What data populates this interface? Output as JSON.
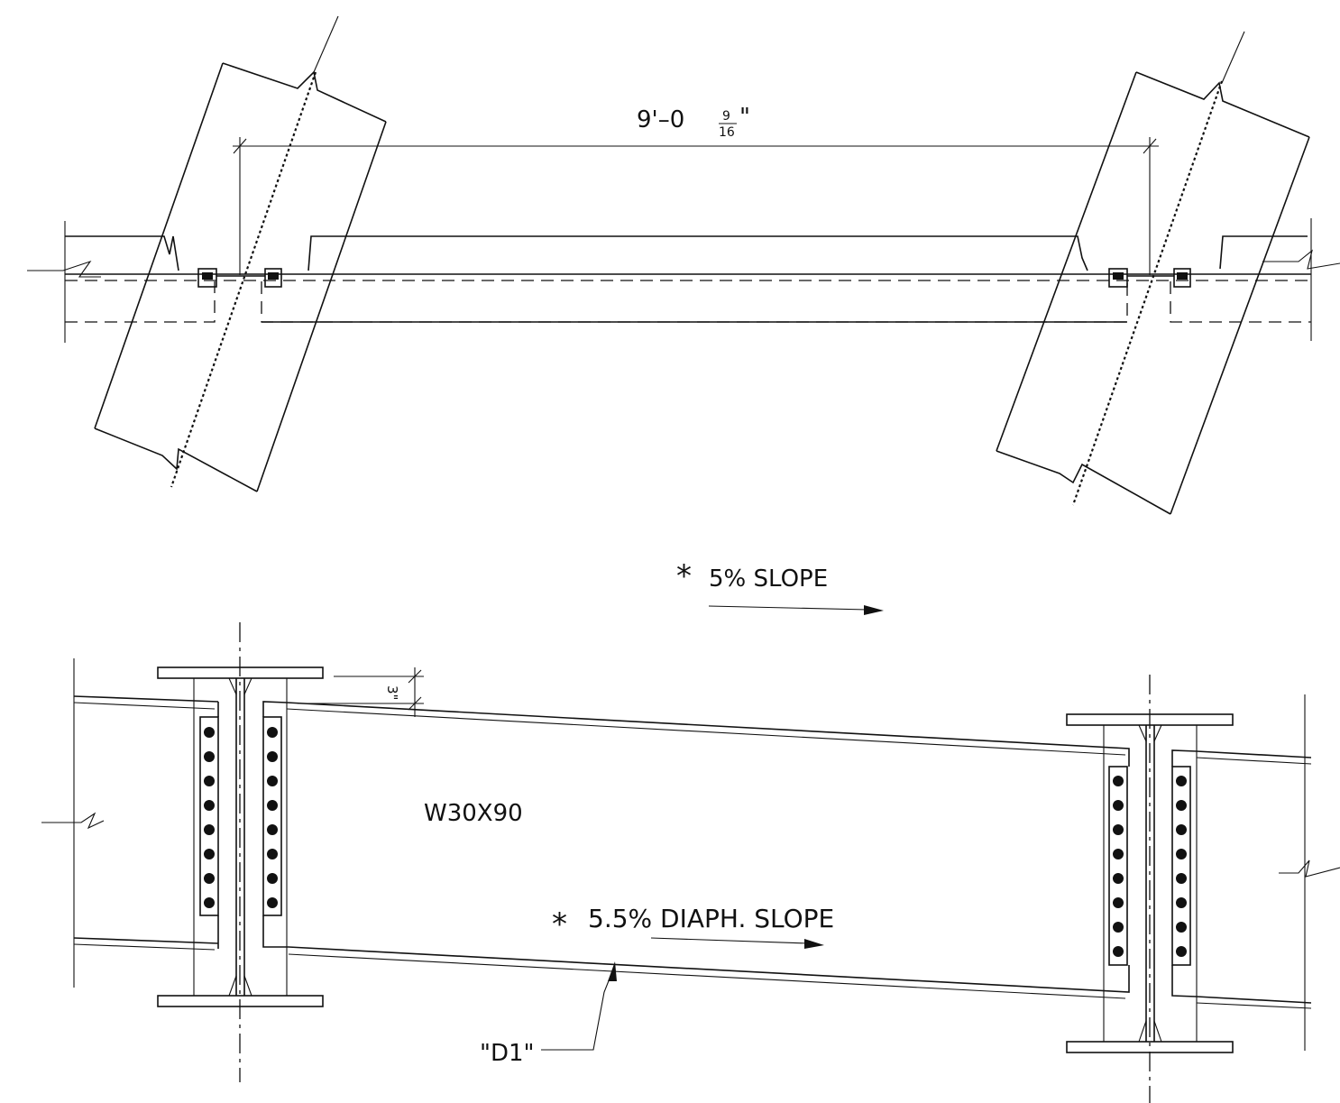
{
  "plan_view": {
    "dimension_label": "9'–0",
    "dimension_frac_num": "9",
    "dimension_frac_den": "16",
    "dimension_suffix": "\""
  },
  "slope_note": {
    "symbol": "*",
    "text": "5% SLOPE"
  },
  "elevation_view": {
    "member_label": "W30X90",
    "diaph_slope_symbol": "*",
    "diaph_slope_text": "5.5% DIAPH. SLOPE",
    "callout_label": "\"D1\"",
    "gap_dimension": "3\""
  }
}
